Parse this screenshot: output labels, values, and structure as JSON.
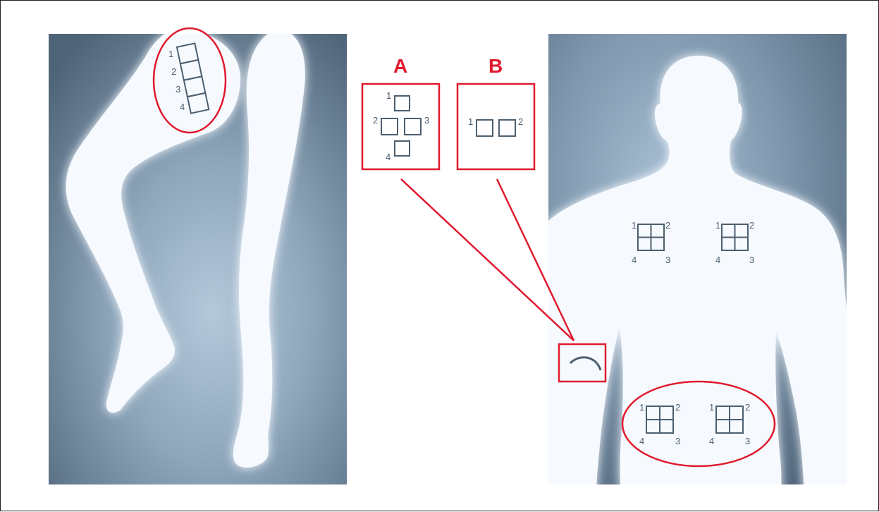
{
  "labels": {
    "a": "A",
    "b": "B"
  },
  "colors": {
    "accent": "#e0192d",
    "square": "#4c5f70",
    "panel_dark": "#5b6f83",
    "panel_light": "#9fb6cb",
    "body": "#f7fbff"
  },
  "leg_squares": [
    "1",
    "2",
    "3",
    "4"
  ],
  "box_a": {
    "n1": "1",
    "n2": "2",
    "n3": "3",
    "n4": "4"
  },
  "box_b": {
    "n1": "1",
    "n2": "2"
  },
  "grids": [
    {
      "n1": "1",
      "n2": "2",
      "n3": "3",
      "n4": "4"
    },
    {
      "n1": "1",
      "n2": "2",
      "n3": "3",
      "n4": "4"
    },
    {
      "n1": "1",
      "n2": "2",
      "n3": "3",
      "n4": "4"
    },
    {
      "n1": "1",
      "n2": "2",
      "n3": "3",
      "n4": "4"
    }
  ]
}
